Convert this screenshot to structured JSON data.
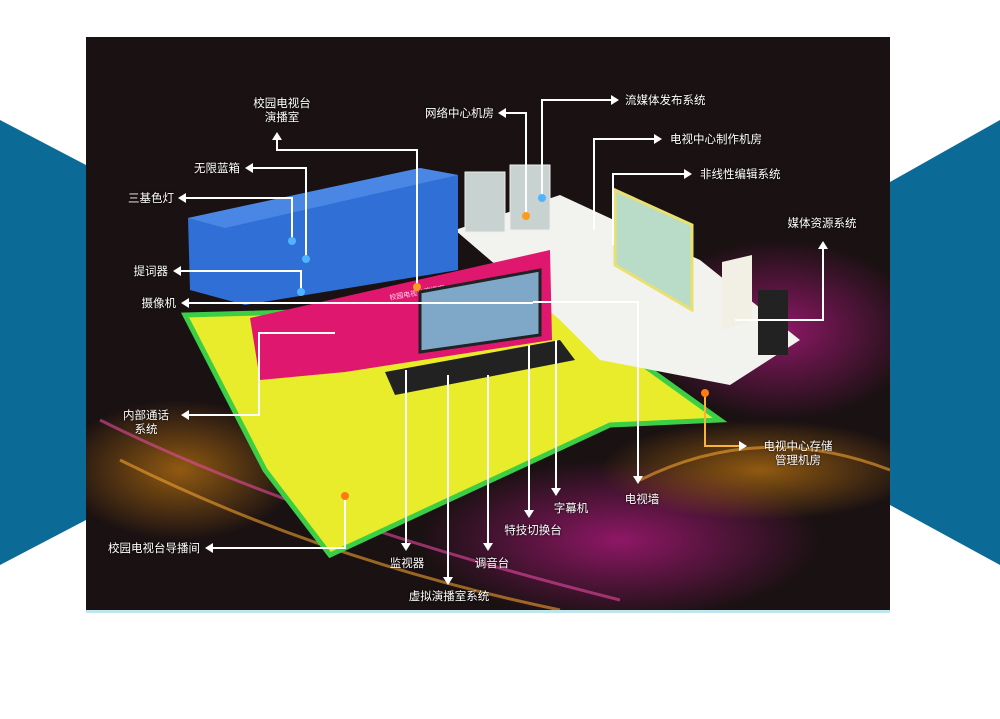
{
  "colors": {
    "side_blue": "#0b6a96",
    "background": "#1a1112",
    "floor": "#e8ec2a",
    "blue_box": "#2f6fd6",
    "wall": "#e0176e"
  },
  "wall_sign": "校园电视台演播室",
  "labels": {
    "studio": [
      "校园电视台",
      "演播室"
    ],
    "blue_box": "无限蓝箱",
    "tri_color_light": "三基色灯",
    "teleprompter": "提词器",
    "camera": "摄像机",
    "intercom": [
      "内部通话",
      "系统"
    ],
    "control_room": "校园电视台导播间",
    "monitor": "监视器",
    "virtual_studio": "虚拟演播室系统",
    "audio_console": "调音台",
    "switcher": "特技切换台",
    "caption": "字幕机",
    "video_wall": "电视墙",
    "network_room": "网络中心机房",
    "streaming": "流媒体发布系统",
    "production_room": "电视中心制作机房",
    "nonlinear": "非线性编辑系统",
    "media_assets": "媒体资源系统",
    "storage_room": [
      "电视中心存储",
      "管理机房"
    ]
  }
}
